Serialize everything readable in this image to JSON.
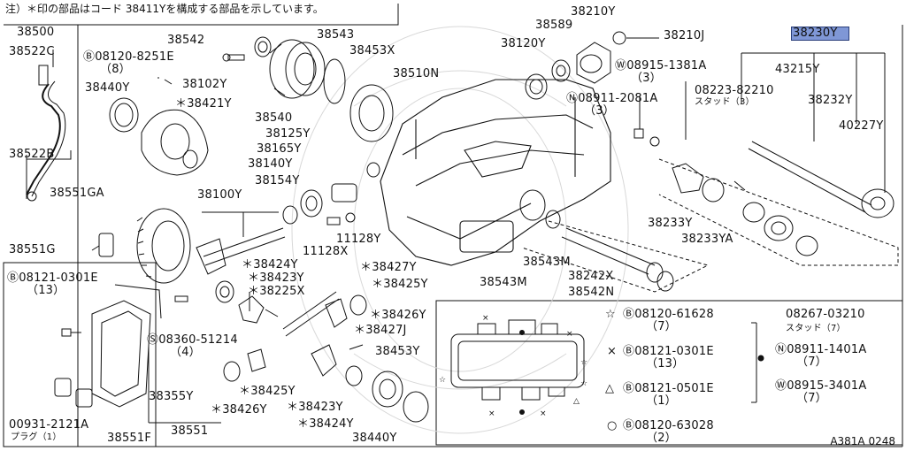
{
  "header_note": "注）＊印の部品はコード 38411Yを構成する部品を示しています。",
  "diagram_code": "A381A 0248",
  "highlight_color": "#7f97d6",
  "labels": {
    "p38500": "38500",
    "p38522C": "38522C",
    "p38440Y_a": "38440Y",
    "p38522B": "38522B",
    "p38551GA": "38551GA",
    "p38551G": "38551G",
    "b08120_8251E": "Ⓑ08120-8251E",
    "q8": "（8）",
    "p38102Y": "38102Y",
    "p38421Y": "＊38421Y",
    "p38542": "38542",
    "p38543": "38543",
    "p38540": "38540",
    "p38453X": "38453X",
    "p38510N": "38510N",
    "p38125Y": "38125Y",
    "p38165Y": "38165Y",
    "p38140Y": "38140Y",
    "p38154Y": "38154Y",
    "p38100Y": "38100Y",
    "p11128Y": "11128Y",
    "p11128X": "11128X",
    "p38120Y": "38120Y",
    "p38589": "38589",
    "p38210Y": "38210Y",
    "p38210J": "38210J",
    "w08915_1381A": "Ⓦ08915-1381A",
    "q3a": "（3）",
    "n08911_2081A": "Ⓝ08911-2081A",
    "q3b": "（3）",
    "p38230Y": "38230Y",
    "p43215Y": "43215Y",
    "p08223_82210": "08223-82210",
    "stud3": "スタッド（3）",
    "p38232Y": "38232Y",
    "p40227Y": "40227Y",
    "p38233Y": "38233Y",
    "p38233YA": "38233YA",
    "p38543M_a": "38543M",
    "p38543M_b": "38543M",
    "p38242X": "38242X",
    "p38542N": "38542N",
    "b08121_0301E": "Ⓑ08121-0301E",
    "q13": "（13）",
    "p38424Y_a": "＊38424Y",
    "p38423Y_a": "＊38423Y",
    "p38225X": "＊38225X",
    "p38427Y": "＊38427Y",
    "p38425Y_a": "＊38425Y",
    "p38426Y_a": "＊38426Y",
    "p38427J": "＊38427J",
    "s08360_51214": "Ⓢ08360-51214",
    "q4": "（4）",
    "p38453Y": "38453Y",
    "p38355Y": "38355Y",
    "p38425Y_b": "＊38425Y",
    "p38426Y_b": "＊38426Y",
    "p38423Y_b": "＊38423Y",
    "p38424Y_b": "＊38424Y",
    "p38440Y_b": "38440Y",
    "p38551": "38551",
    "p00931_2121A": "00931-2121A",
    "plug1": "プラグ（1）",
    "p38551F": "38551F"
  },
  "legend": [
    {
      "symbol": "☆",
      "part": "Ⓑ08120-61628",
      "qty": "（7）"
    },
    {
      "symbol": "×",
      "part": "Ⓑ08121-0301E",
      "qty": "（13）"
    },
    {
      "symbol": "△",
      "part": "Ⓑ08121-0501E",
      "qty": "（1）"
    },
    {
      "symbol": "○",
      "part": "Ⓑ08120-63028",
      "qty": "（2）"
    }
  ],
  "legend_group": {
    "bullet": "●",
    "items": [
      {
        "part": "08267-03210",
        "qty": "スタッド（7）"
      },
      {
        "part": "Ⓝ08911-1401A",
        "qty": "（7）"
      },
      {
        "part": "Ⓦ08915-3401A",
        "qty": "（7）"
      }
    ]
  }
}
